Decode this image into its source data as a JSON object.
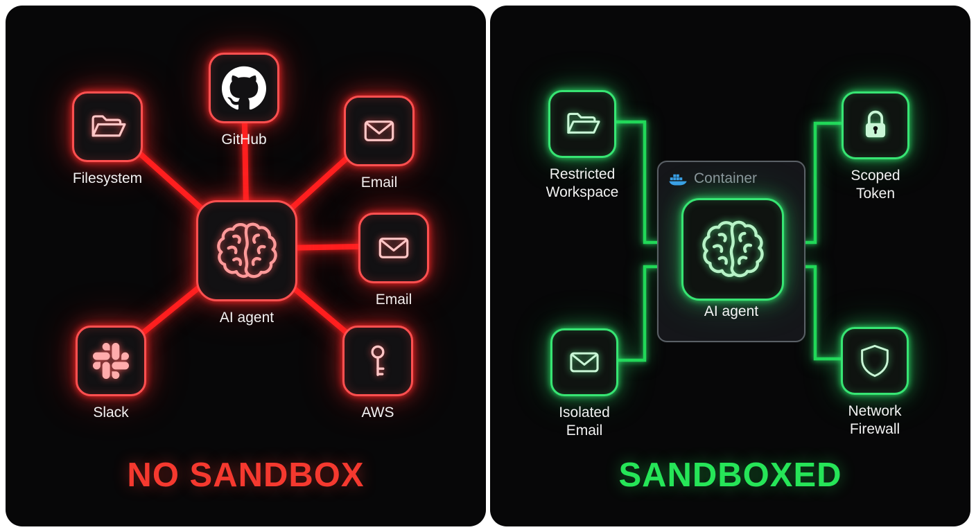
{
  "left_panel": {
    "title": "NO SANDBOX",
    "accent_color": "#ff2b2b",
    "center_node": {
      "label": "AI agent",
      "icon": "brain-icon"
    },
    "nodes": [
      {
        "label": "GitHub",
        "icon": "github-icon"
      },
      {
        "label": "Filesystem",
        "icon": "folder-icon"
      },
      {
        "label": "Email",
        "icon": "envelope-icon"
      },
      {
        "label": "Email",
        "icon": "envelope-icon"
      },
      {
        "label": "AWS",
        "icon": "key-icon"
      },
      {
        "label": "Slack",
        "icon": "slack-icon"
      }
    ]
  },
  "right_panel": {
    "title": "SANDBOXED",
    "accent_color": "#2ee26b",
    "container": {
      "label": "Container",
      "icon": "docker-icon"
    },
    "center_node": {
      "label": "AI agent",
      "icon": "brain-icon"
    },
    "nodes": [
      {
        "label": "Restricted Workspace",
        "icon": "folder-icon"
      },
      {
        "label": "Scoped Token",
        "icon": "lock-icon"
      },
      {
        "label": "Isolated Email",
        "icon": "envelope-icon"
      },
      {
        "label": "Network Firewall",
        "icon": "shield-icon"
      }
    ]
  }
}
